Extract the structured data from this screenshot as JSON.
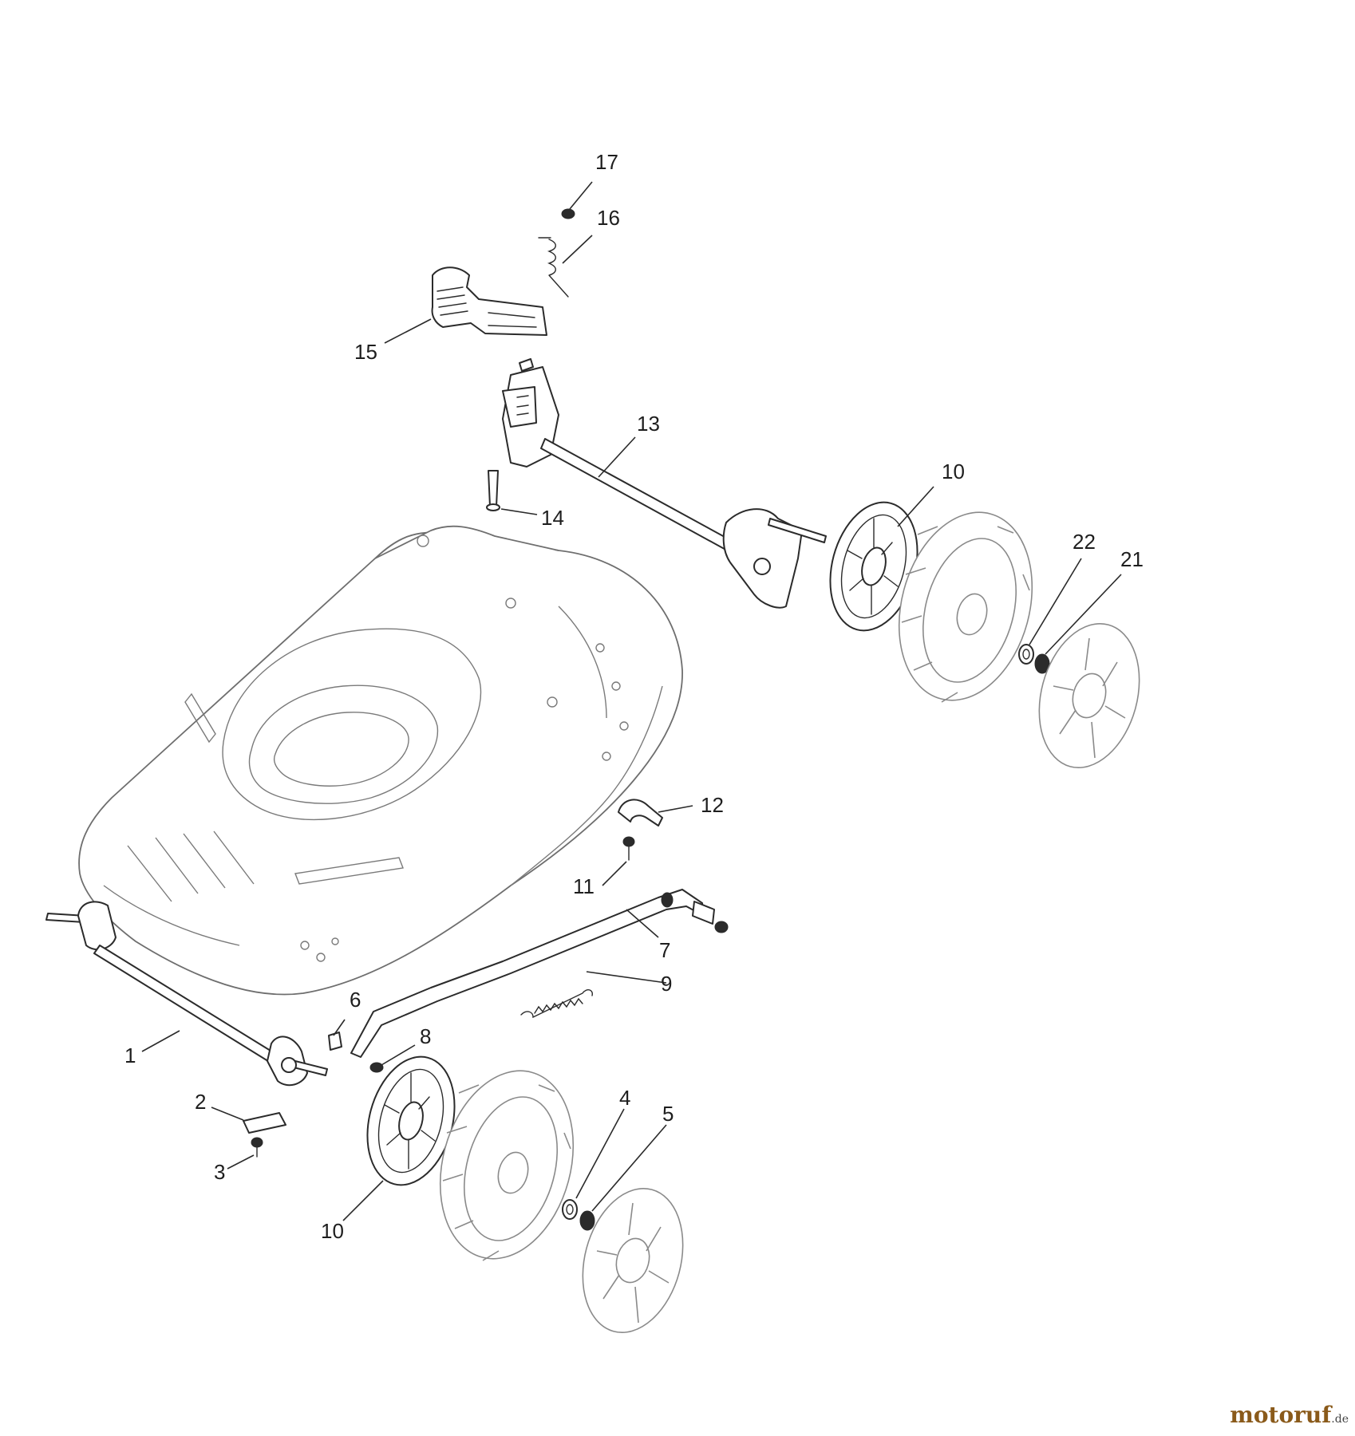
{
  "labels": {
    "p1": "1",
    "p2": "2",
    "p3": "3",
    "p4": "4",
    "p5": "5",
    "p6": "6",
    "p7": "7",
    "p8": "8",
    "p9": "9",
    "p10a": "10",
    "p10b": "10",
    "p11": "11",
    "p12": "12",
    "p13": "13",
    "p14": "14",
    "p15": "15",
    "p16": "16",
    "p17": "17",
    "p21": "21",
    "p22": "22"
  },
  "brand": {
    "name": "motoruf",
    "tld": ".de"
  },
  "colors": {
    "line": "#2b2b2b",
    "deck": "#6e6e6e",
    "wheel": "#8a8a8a",
    "brand": "#8a5a1a"
  }
}
